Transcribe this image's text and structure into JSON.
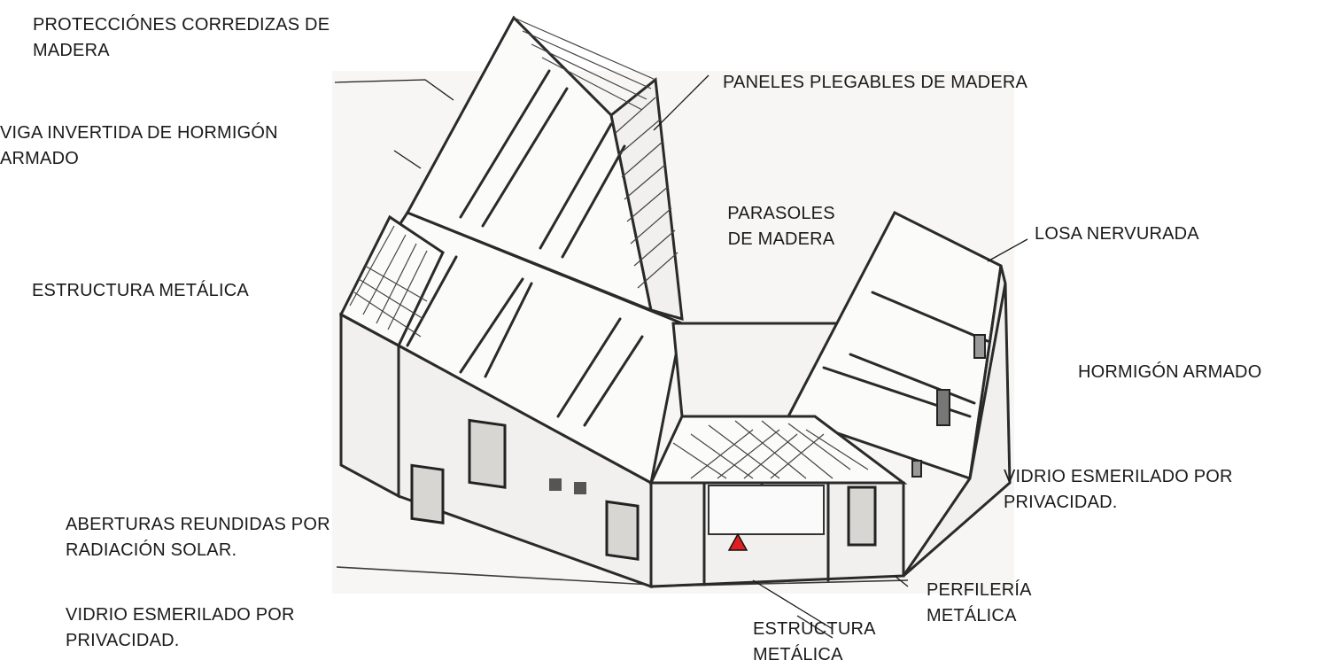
{
  "labels": {
    "protecciones": "PROTECCIÓNES CORREDIZAS DE\nMADERA",
    "viga": "VIGA INVERTIDA DE HORMIGÓN\nARMADO",
    "estructura_metalica_left": "ESTRUCTURA METÁLICA",
    "paneles": "PANELES PLEGABLES DE MADERA",
    "parasoles": "PARASOLES\nDE MADERA",
    "losa": "LOSA NERVURADA",
    "hormigon": "HORMIGÓN ARMADO",
    "vidrio_right": "VIDRIO ESMERILADO POR\nPRIVACIDAD.",
    "aberturas": "ABERTURAS REUNDIDAS POR\nRADIACIÓN SOLAR.",
    "vidrio_left": "VIDRIO ESMERILADO POR\nPRIVACIDAD.",
    "perfileria": "PERFILERÍA\nMETÁLICA",
    "estructura_metalica_bottom": "ESTRUCTURA\nMETÁLICA"
  },
  "marker": {
    "color": "#e02020"
  }
}
